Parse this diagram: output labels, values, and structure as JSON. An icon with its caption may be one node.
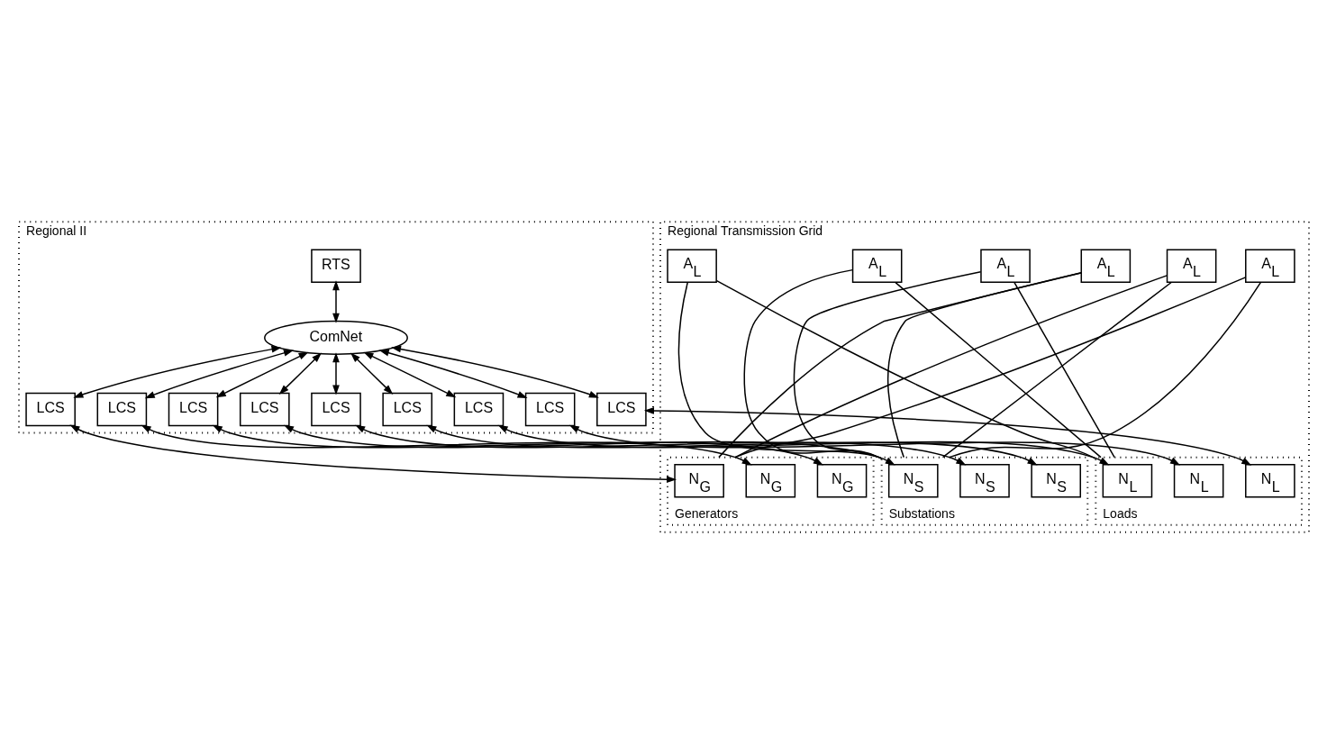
{
  "diagram": {
    "nodes": [
      {
        "text": [
          "Regional II"
        ]
      },
      {
        "text": [
          "RTS"
        ],
        "in": 0
      },
      {
        "text": [
          "ComNet"
        ],
        "in": 0
      },
      {
        "text": [
          "LCS"
        ],
        "in": 0
      },
      {
        "text": [
          "LCS"
        ],
        "in": 0
      },
      {
        "text": [
          "LCS"
        ],
        "in": 0
      },
      {
        "text": [
          "LCS"
        ],
        "in": 0
      },
      {
        "text": [
          "LCS"
        ],
        "in": 0
      },
      {
        "text": [
          "LCS"
        ],
        "in": 0
      },
      {
        "text": [
          "LCS"
        ],
        "in": 0
      },
      {
        "text": [
          "LCS"
        ],
        "in": 0
      },
      {
        "text": [
          "LCS"
        ],
        "in": 0
      },
      {
        "text": [
          "Regional Transmission Grid"
        ]
      },
      {
        "text": [
          "Generators"
        ],
        "in": 12
      },
      {
        "text": [
          "N$_{G}$"
        ],
        "in": 13
      },
      {
        "text": [
          "N$_{G}$"
        ],
        "in": 13
      },
      {
        "text": [
          "N$_{G}$"
        ],
        "in": 13
      },
      {
        "text": [
          "A$_{L}$"
        ],
        "in": 12
      },
      {
        "text": [
          "A$_{L}$"
        ],
        "in": 12
      },
      {
        "text": [
          "A$_{L}$"
        ],
        "in": 12
      },
      {
        "text": [
          "Substations"
        ],
        "in": 12
      },
      {
        "text": [
          "N$_{S}$"
        ],
        "in": 20
      },
      {
        "text": [
          "N$_{S}$"
        ],
        "in": 20
      },
      {
        "text": [
          "N$_{S}$"
        ],
        "in": 20
      },
      {
        "text": [
          "A$_{L}$"
        ],
        "in": 12
      },
      {
        "text": [
          "A$_{L}$"
        ],
        "in": 12
      },
      {
        "text": [
          "A$_{L}$"
        ],
        "in": 12
      },
      {
        "text": [
          "Loads"
        ],
        "in": 12
      },
      {
        "text": [
          "N$_{L}$"
        ],
        "in": 27
      },
      {
        "text": [
          "N$_{L}$"
        ],
        "in": 27
      },
      {
        "text": [
          "N$_{L}$"
        ],
        "in": 27
      }
    ],
    "edges": [
      {
        "from": 1,
        "to": 2,
        "arrow": "both"
      },
      {
        "from": 2,
        "to": 3,
        "arrow": "both"
      },
      {
        "from": 2,
        "to": 4,
        "arrow": "both"
      },
      {
        "from": 2,
        "to": 5,
        "arrow": "both"
      },
      {
        "from": 2,
        "to": 6,
        "arrow": "both"
      },
      {
        "from": 2,
        "to": 7,
        "arrow": "both"
      },
      {
        "from": 2,
        "to": 8,
        "arrow": "both"
      },
      {
        "from": 2,
        "to": 9,
        "arrow": "both"
      },
      {
        "from": 2,
        "to": 10,
        "arrow": "both"
      },
      {
        "from": 2,
        "to": 11,
        "arrow": "both"
      },
      {
        "from": 3,
        "to": 14,
        "arrow": "both"
      },
      {
        "from": 4,
        "to": 15,
        "arrow": "both"
      },
      {
        "from": 5,
        "to": 16,
        "arrow": "both"
      },
      {
        "from": 6,
        "to": 21,
        "arrow": "both"
      },
      {
        "from": 7,
        "to": 22,
        "arrow": "both"
      },
      {
        "from": 8,
        "to": 23,
        "arrow": "both"
      },
      {
        "from": 9,
        "to": 28,
        "arrow": "both"
      },
      {
        "from": 10,
        "to": 29,
        "arrow": "both"
      },
      {
        "from": 11,
        "to": 30,
        "arrow": "both"
      },
      {
        "from": 13,
        "to": 17,
        "arrow": "none"
      },
      {
        "from": 17,
        "to": 20,
        "arrow": "none"
      },
      {
        "from": 13,
        "to": 18,
        "arrow": "none"
      },
      {
        "from": 18,
        "to": 20,
        "arrow": "none"
      },
      {
        "from": 13,
        "to": 19,
        "arrow": "none"
      },
      {
        "from": 19,
        "to": 20,
        "arrow": "none"
      },
      {
        "from": 20,
        "to": 24,
        "arrow": "none"
      },
      {
        "from": 24,
        "to": 27,
        "arrow": "none"
      },
      {
        "from": 20,
        "to": 25,
        "arrow": "none"
      },
      {
        "from": 25,
        "to": 27,
        "arrow": "none"
      },
      {
        "from": 20,
        "to": 26,
        "arrow": "none"
      },
      {
        "from": 26,
        "to": 27,
        "arrow": "none"
      }
    ]
  }
}
